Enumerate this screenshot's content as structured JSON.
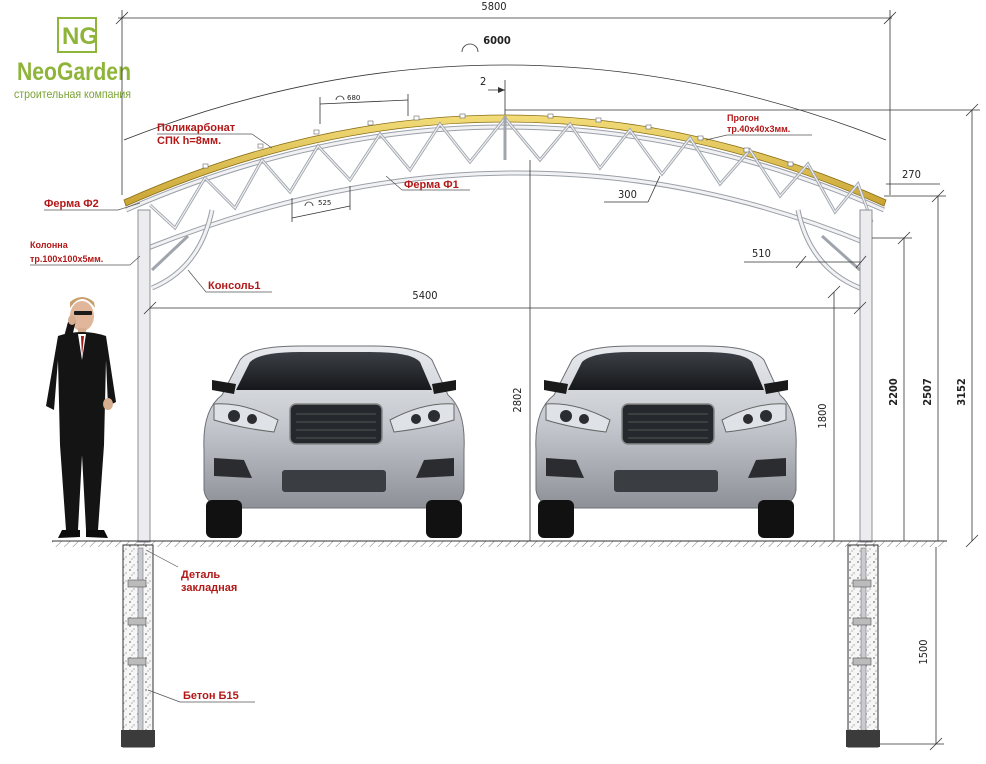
{
  "logo": {
    "mark": "NG",
    "name": "NeoGarden",
    "tagline": "строительная компания"
  },
  "labels": {
    "polycarbonate_1": "Поликарбонат",
    "polycarbonate_2": "СПК h=8мм.",
    "purlin_1": "Прогон",
    "purlin_2": "тр.40х40х3мм.",
    "truss_f1": "Ферма Ф1",
    "truss_f2": "Ферма Ф2",
    "column_1": "Колонна",
    "column_2": "тр.100х100х5мм.",
    "console": "Консоль1",
    "detail_1": "Деталь",
    "detail_2": "закладная",
    "concrete": "Бетон Б15"
  },
  "dimensions": {
    "total_width": "5800",
    "arc_length": "6000",
    "arc_gap": "2",
    "purlin_step": "680",
    "truss_step": "525",
    "truss_depth": "300",
    "overhang": "270",
    "console_width": "510",
    "column_span": "5400",
    "center_height": "2802",
    "car_height": "1800",
    "column_height": "2200",
    "truss_height": "2507",
    "total_height": "3152",
    "foundation_depth": "1500"
  },
  "colors": {
    "brand": "#8fb43a",
    "label": "#b21818",
    "polycarbonate": "#e3c24a",
    "steel": "#e8e8ec",
    "car_body": "#c9ccd2"
  },
  "icons": [
    "arc-length-icon",
    "car-front-illustration",
    "businessman-figure"
  ]
}
